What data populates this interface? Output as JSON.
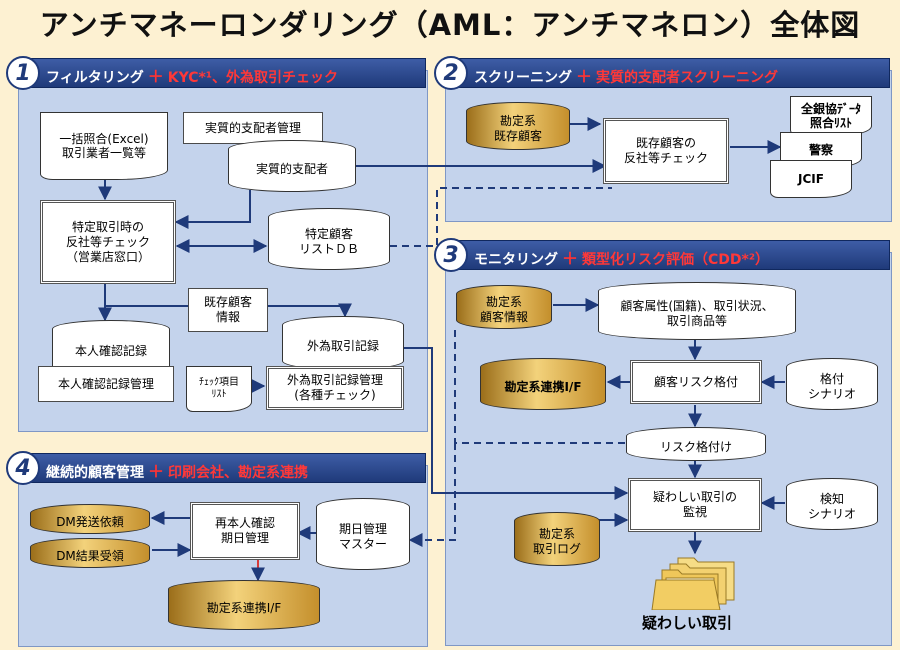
{
  "title": "アンチマネーロンダリング（AML：アンチマネロン）全体図",
  "panels": {
    "p1": {
      "num": "1",
      "head": "フィルタリング",
      "plus": "＋",
      "tail": "KYC*¹、外為取引チェック"
    },
    "p2": {
      "num": "2",
      "head": "スクリーニング",
      "plus": "＋",
      "tail": "実質的支配者スクリーニング"
    },
    "p3": {
      "num": "3",
      "head": "モニタリング",
      "plus": "＋",
      "tail": "類型化リスク評価（CDD*²）"
    },
    "p4": {
      "num": "4",
      "head": "継続的顧客管理",
      "plus": "＋",
      "tail": "印刷会社、勘定系連携"
    }
  },
  "nodes": {
    "excel": "一括照合(Excel)\n取引業者一覧等",
    "ubo_mgmt": "実質的支配者管理",
    "ubo": "実質的支配者",
    "check_counter": "特定取引時の\n反社等チェック\n（営業店窓口）",
    "specific_db": "特定顧客\nリストＤＢ",
    "existing_info": "既存顧客\n情報",
    "id_record": "本人確認記録",
    "fx_record": "外為取引記録",
    "id_record_mgmt": "本人確認記録管理",
    "check_list": "ﾁｪｯｸ項目\nﾘｽﾄ",
    "fx_mgmt": "外為取引記録管理\n(各種チェック)",
    "acct_existing": "勘定系\n既存顧客",
    "existing_check": "既存顧客の\n反社等チェック",
    "zenginkyo": "全銀協ﾃﾞｰﾀ\n照合ﾘｽﾄ",
    "police": "警察",
    "jcif": "JCIF",
    "acct_customer": "勘定系\n顧客情報",
    "attr": "顧客属性(国籍)、取引状況、\n取引商品等",
    "acct_if": "勘定系連携I/F",
    "risk_rating": "顧客リスク格付",
    "rating_scenario": "格付\nシナリオ",
    "risk_result": "リスク格付け",
    "suspicious_monitor": "疑わしい取引の\n監視",
    "detect_scenario": "検知\nシナリオ",
    "acct_log": "勘定系\n取引ログ",
    "suspicious": "疑わしい取引",
    "dm_send": "DM発送依頼",
    "dm_recv": "DM結果受領",
    "reverify": "再本人確認\n期日管理",
    "due_master": "期日管理\nマスター",
    "acct_if2": "勘定系連携I/F"
  },
  "colors": {
    "header": "#1f3a7a",
    "panel": "#c4d3ec",
    "accent": "#ff3838",
    "line": "#1f3a7a"
  }
}
